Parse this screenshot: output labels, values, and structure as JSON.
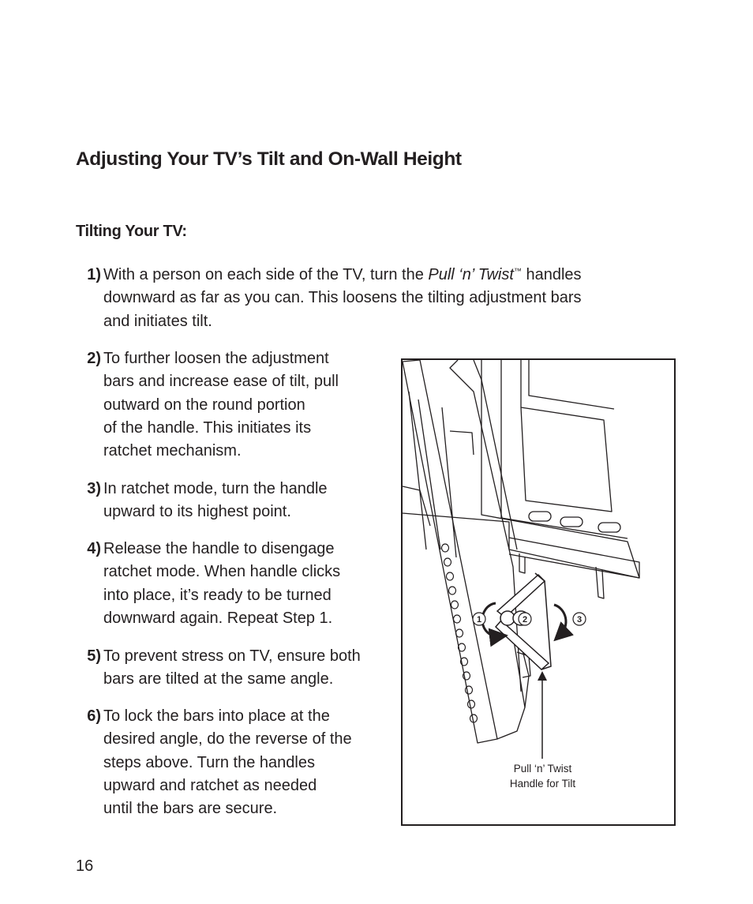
{
  "heading": "Adjusting Your TV’s Tilt and On-Wall Height",
  "subheading": "Tilting Your TV:",
  "steps": [
    {
      "number": "1)",
      "lines": [
        {
          "before": "With a person on each side of the TV, turn the ",
          "italic": "Pull ‘n’ Twist",
          "tm": "™",
          "after": " handles"
        },
        "downward as far as you can. This loosens the tilting adjustment bars",
        "and initiates tilt."
      ]
    },
    {
      "number": "2)",
      "lines": [
        "To further loosen the adjustment",
        "bars and increase ease of tilt, pull",
        "outward on the round portion",
        "of the handle. This initiates its",
        "ratchet mechanism."
      ]
    },
    {
      "number": "3)",
      "lines": [
        "In ratchet mode, turn the handle",
        "upward to its highest point."
      ]
    },
    {
      "number": "4)",
      "lines": [
        "Release the handle to disengage",
        "ratchet mode. When handle clicks",
        "into place, it’s ready to be turned",
        "downward again. Repeat Step 1."
      ]
    },
    {
      "number": "5)",
      "lines": [
        "To prevent stress on TV, ensure both",
        "bars are tilted at the same angle."
      ]
    },
    {
      "number": "6)",
      "lines": [
        "To lock the bars into place at the",
        "desired angle, do the reverse of the",
        "steps above. Turn the handles",
        "upward and ratchet as needed",
        "until the bars are secure."
      ]
    }
  ],
  "figure": {
    "callouts": [
      "1",
      "2",
      "3"
    ],
    "caption_lines": [
      "Pull ‘n’ Twist",
      "Handle for Tilt"
    ]
  },
  "page_number": "16"
}
